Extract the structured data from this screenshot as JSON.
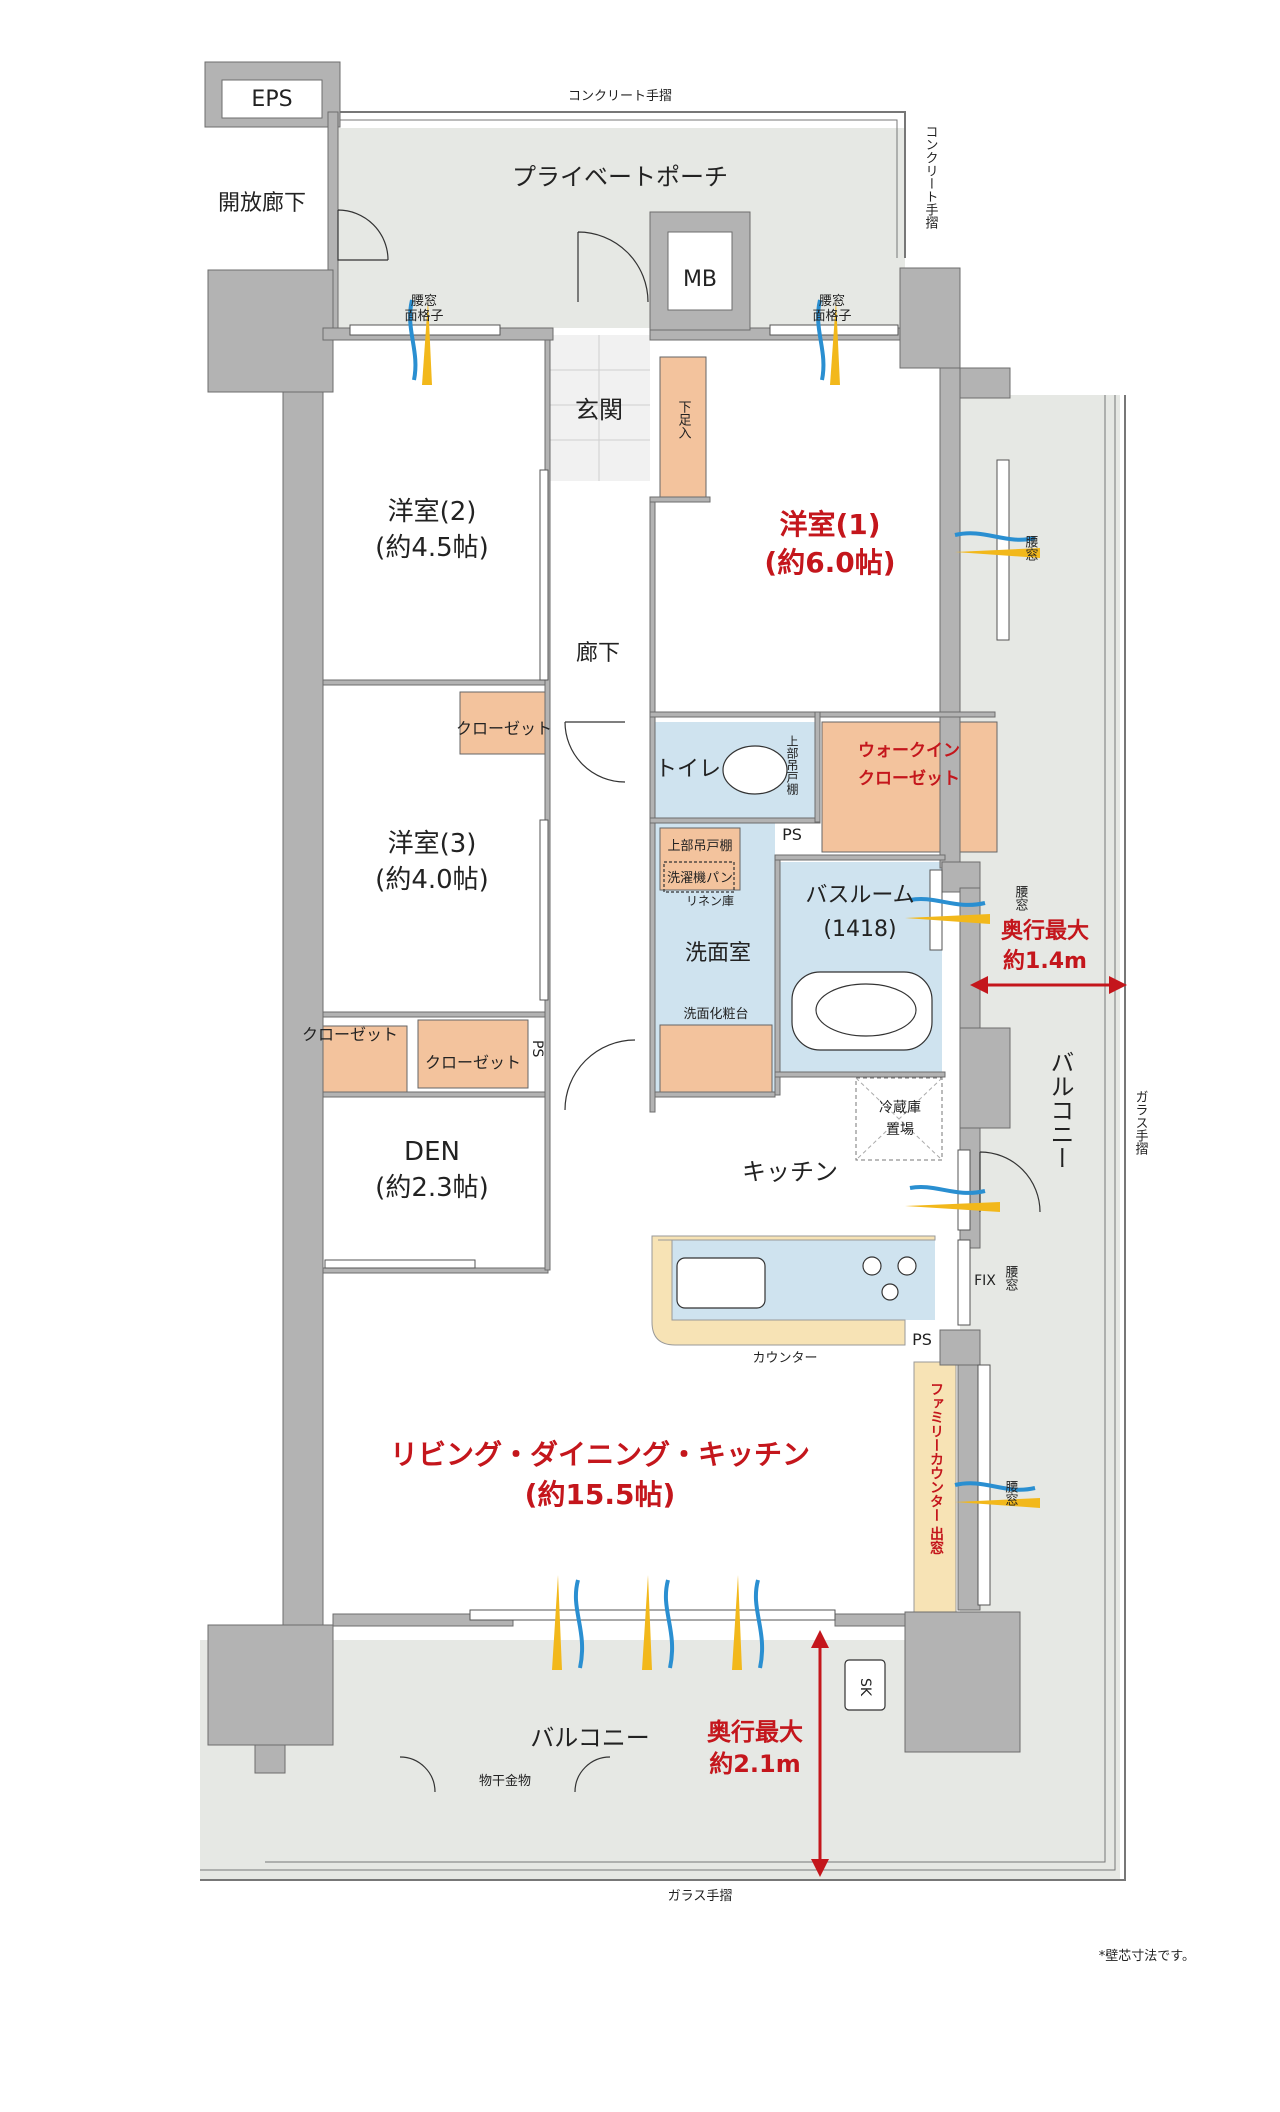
{
  "labels": {
    "eps": "EPS",
    "concrete_rail_top": "コンクリート手摺",
    "concrete_rail_side": "コンクリート手摺",
    "open_corridor": "開放廊下",
    "private_porch": "プライベートポーチ",
    "mb": "MB",
    "window_grille_left_1": "腰窓",
    "window_grille_left_2": "面格子",
    "window_grille_right_1": "腰窓",
    "window_grille_right_2": "面格子",
    "genkan": "玄関",
    "shoe_box": "下足入",
    "western2_name": "洋室(2)",
    "western2_size": "(約4.5帖)",
    "western1_name": "洋室(1)",
    "western1_size": "(約6.0帖)",
    "koshimado_w1": "腰窓",
    "corridor": "廊下",
    "closet_a": "クローゼット",
    "toilet": "トイレ",
    "toilet_cabinet": "上部吊戸棚",
    "wic_1": "ウォークイン",
    "wic_2": "クローゼット",
    "western3_name": "洋室(3)",
    "western3_size": "(約4.0帖)",
    "ps_1": "PS",
    "laundry_cabinet": "上部吊戸棚",
    "washer_pan": "洗濯機パン",
    "linen": "リネン庫",
    "bathroom_name": "バスルーム",
    "bathroom_size": "(1418)",
    "koshimado_bath": "腰窓",
    "depth_top_1": "奥行最大",
    "depth_top_2": "約1.4m",
    "senmenshitsu": "洗面室",
    "vanity": "洗面化粧台",
    "closet_b": "クローゼット",
    "closet_c": "クローゼット",
    "ps_2": "PS",
    "balcony_side": "バルコニー",
    "glass_rail_side": "ガラス手摺",
    "fridge_1": "冷蔵庫",
    "fridge_2": "置場",
    "den_name": "DEN",
    "den_size": "(約2.3帖)",
    "kitchen": "キッチン",
    "fix": "FIX",
    "koshimado_kitchen": "腰窓",
    "counter": "カウンター",
    "ps_3": "PS",
    "family_counter": "ファミリーカウンター 出窓",
    "koshimado_ldk": "腰窓",
    "ldk_name": "リビング・ダイニング・キッチン",
    "ldk_size": "(約15.5帖)",
    "sk": "SK",
    "balcony_bottom": "バルコニー",
    "depth_bottom_1": "奥行最大",
    "depth_bottom_2": "約2.1m",
    "laundry_hanger": "物干金物",
    "glass_rail_bottom": "ガラス手摺",
    "footnote": "*壁芯寸法です。"
  },
  "colors": {
    "wall": "#b3b3b3",
    "wall_stroke": "#6d6d6d",
    "outdoor": "#e6e8e4",
    "wet_area": "#cfe3ef",
    "closet": "#f3c39d",
    "counter": "#f7e3b5",
    "accent_red": "#c4161c",
    "air_blue": "#2a8fd1",
    "air_yellow": "#f2b81b"
  }
}
